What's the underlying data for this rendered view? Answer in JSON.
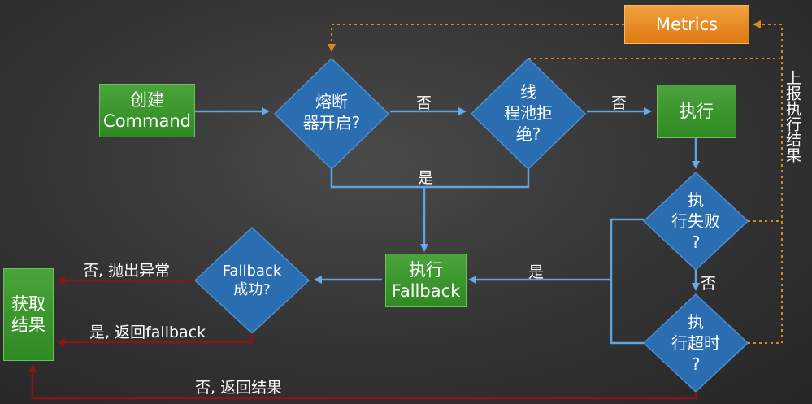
{
  "nodes": {
    "create": [
      "创建",
      "Command"
    ],
    "breaker": [
      "熔断",
      "器开启?"
    ],
    "pool": [
      "线",
      "程池拒",
      "绝?"
    ],
    "exec": [
      "执行"
    ],
    "exec_fail": [
      "执",
      "行失败",
      "?"
    ],
    "exec_timeout": [
      "执",
      "行超时",
      "?"
    ],
    "exec_fallback": [
      "执行",
      "Fallback"
    ],
    "fallback_ok": [
      "Fallback",
      "成功?"
    ],
    "get_result": [
      "获取",
      "结果"
    ],
    "metrics": "Metrics"
  },
  "labels": {
    "no1": "否",
    "no2": "否",
    "yes1": "是",
    "yes2": "是",
    "no3": "否",
    "fb_fail": "否, 抛出异常",
    "fb_ok": "是, 返回fallback",
    "return_result": "否, 返回结果",
    "report": "上报执行结果"
  },
  "colors": {
    "green": "#3a9a2e",
    "blue": "#2a6db0",
    "orange": "#e8891f",
    "arrow_blue": "#5fa3e0",
    "arrow_red": "#8b1414",
    "dotted": "#d98a1e"
  }
}
